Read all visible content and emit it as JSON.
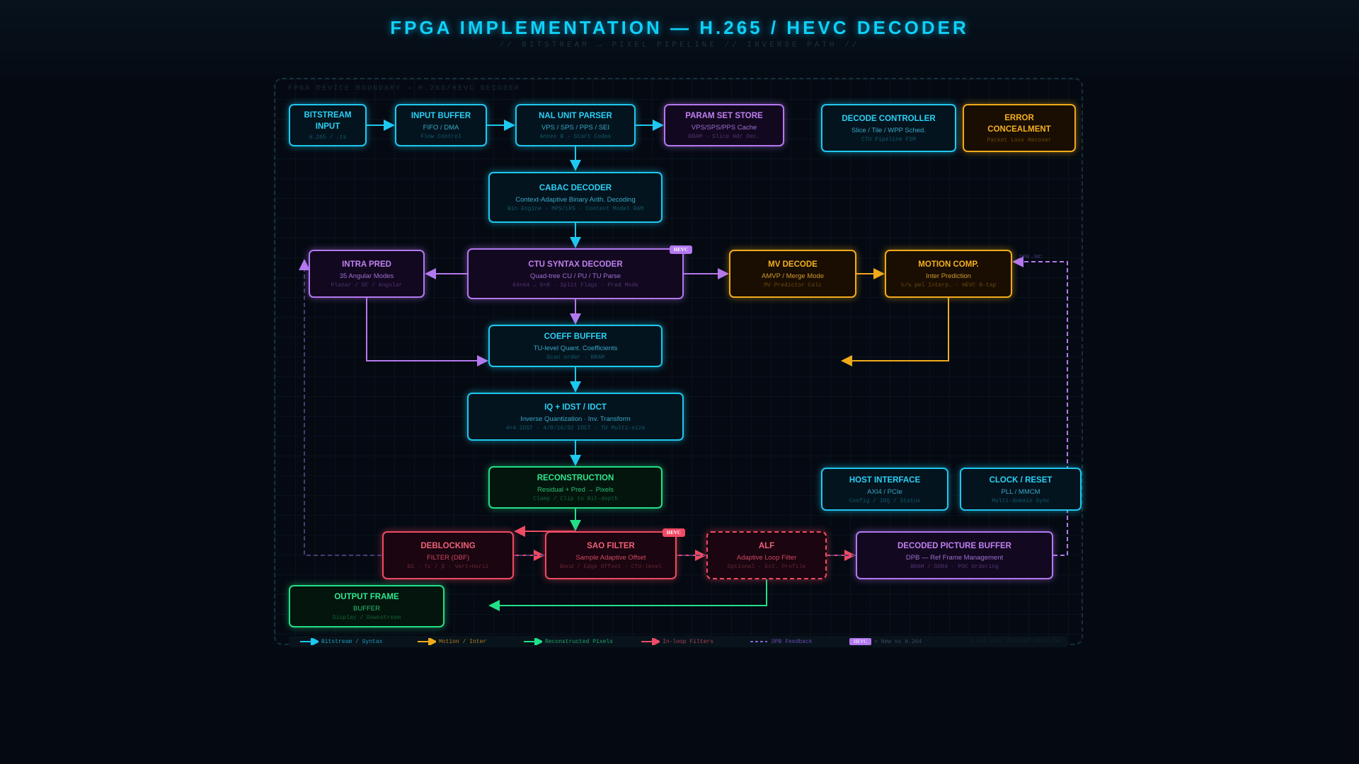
{
  "header": {
    "title": "FPGA IMPLEMENTATION — H.265 / HEVC DECODER",
    "subtitle": "// BITSTREAM → PIXEL PIPELINE // INVERSE PATH //"
  },
  "boundary_label": "FPGA DEVICE BOUNDARY — H.265/HEVC DECODER",
  "colors": {
    "cyan": "#1ec8f0",
    "purple": "#b478f0",
    "orange": "#f0aa1a",
    "green": "#22e088",
    "red": "#f04a64"
  },
  "nodes": [
    {
      "key": "bitstream",
      "title": "BITSTREAM\nINPUT",
      "sub": "",
      "detail": "H.265 / .ts",
      "color": "cyan"
    },
    {
      "key": "inbuf",
      "title": "INPUT BUFFER",
      "sub": "FIFO / DMA",
      "detail": "Flow Control",
      "color": "cyan"
    },
    {
      "key": "nal",
      "title": "NAL UNIT PARSER",
      "sub": "VPS / SPS / PPS / SEI",
      "detail": "Annex B · Start Codes",
      "color": "cyan"
    },
    {
      "key": "pss",
      "title": "PARAM SET STORE",
      "sub": "VPS/SPS/PPS Cache",
      "detail": "BRAM · Slice Hdr Dec.",
      "color": "purple"
    },
    {
      "key": "ctrl",
      "title": "DECODE CONTROLLER",
      "sub": "Slice / Tile / WPP Sched.",
      "detail": "CTU Pipeline FSM",
      "color": "cyan"
    },
    {
      "key": "err",
      "title": "ERROR\nCONCEALMENT",
      "sub": "",
      "detail": "Packet Loss Recover",
      "color": "orange"
    },
    {
      "key": "cabac",
      "title": "CABAC DECODER",
      "sub": "Context-Adaptive Binary Arith. Decoding",
      "detail": "Bin Engine · MPS/LPS · Context Model RAM",
      "color": "cyan"
    },
    {
      "key": "intra",
      "title": "INTRA PRED",
      "sub": "35 Angular Modes",
      "detail": "Planar / DC / Angular",
      "color": "purple"
    },
    {
      "key": "ctu",
      "title": "CTU SYNTAX DECODER",
      "sub": "Quad-tree CU / PU / TU Parse",
      "detail": "64×64 → 8×8 · Split Flags · Pred Mode",
      "color": "purple",
      "badge": "HEVC"
    },
    {
      "key": "mv",
      "title": "MV DECODE",
      "sub": "AMVP / Merge Mode",
      "detail": "MV Predictor Calc",
      "color": "orange"
    },
    {
      "key": "mc",
      "title": "MOTION COMP.",
      "sub": "Inter Prediction",
      "detail": "½/¼ pel Interp. · HEVC 8-tap",
      "color": "orange"
    },
    {
      "key": "coeff",
      "title": "COEFF BUFFER",
      "sub": "TU-level Quant. Coefficients",
      "detail": "Scan order · BRAM",
      "color": "cyan"
    },
    {
      "key": "iq",
      "title": "IQ + IDST / IDCT",
      "sub": "Inverse Quantization · Inv. Transform",
      "detail": "4×4 IDST · 4/8/16/32 IDCT · TU Multi-size",
      "color": "cyan"
    },
    {
      "key": "recon",
      "title": "RECONSTRUCTION",
      "sub": "Residual + Pred → Pixels",
      "detail": "Clamp / Clip to Bit-depth",
      "color": "green"
    },
    {
      "key": "host",
      "title": "HOST INTERFACE",
      "sub": "AXI4 / PCIe",
      "detail": "Config / IRQ / Status",
      "color": "cyan"
    },
    {
      "key": "clk",
      "title": "CLOCK / RESET",
      "sub": "PLL / MMCM",
      "detail": "Multi-domain Sync",
      "color": "cyan"
    },
    {
      "key": "dbf",
      "title": "DEBLOCKING",
      "sub": "FILTER (DBF)",
      "detail": "BS · Tc / β · Vert+Horiz",
      "color": "red"
    },
    {
      "key": "sao",
      "title": "SAO FILTER",
      "sub": "Sample Adaptive Offset",
      "detail": "Band / Edge Offset · CTU-level",
      "color": "red",
      "badge": "HEVC"
    },
    {
      "key": "alf",
      "title": "ALF",
      "sub": "Adaptive Loop Filter",
      "detail": "Optional · Ext. Profile",
      "color": "red",
      "dashed": true
    },
    {
      "key": "dpb",
      "title": "DECODED PICTURE BUFFER",
      "sub": "DPB — Ref Frame Management",
      "detail": "BRAM / DDR4 · POC Ordering",
      "color": "purple"
    },
    {
      "key": "out",
      "title": "OUTPUT FRAME",
      "sub": "BUFFER",
      "detail": "Display / Downstream",
      "color": "green"
    }
  ],
  "edge_labels": {
    "dpb_mc": "DPB→MC"
  },
  "legend": {
    "bitstream": "Bitstream / Syntax",
    "motion": "Motion / Inter",
    "recon": "Reconstructed Pixels",
    "inloop": "In-loop Filters",
    "dpb": "DPB Feedback",
    "badge": "HEVC",
    "badge_text": "= New vs H.264",
    "footer": "H.265 HEVC DECODER PIPELINE"
  }
}
